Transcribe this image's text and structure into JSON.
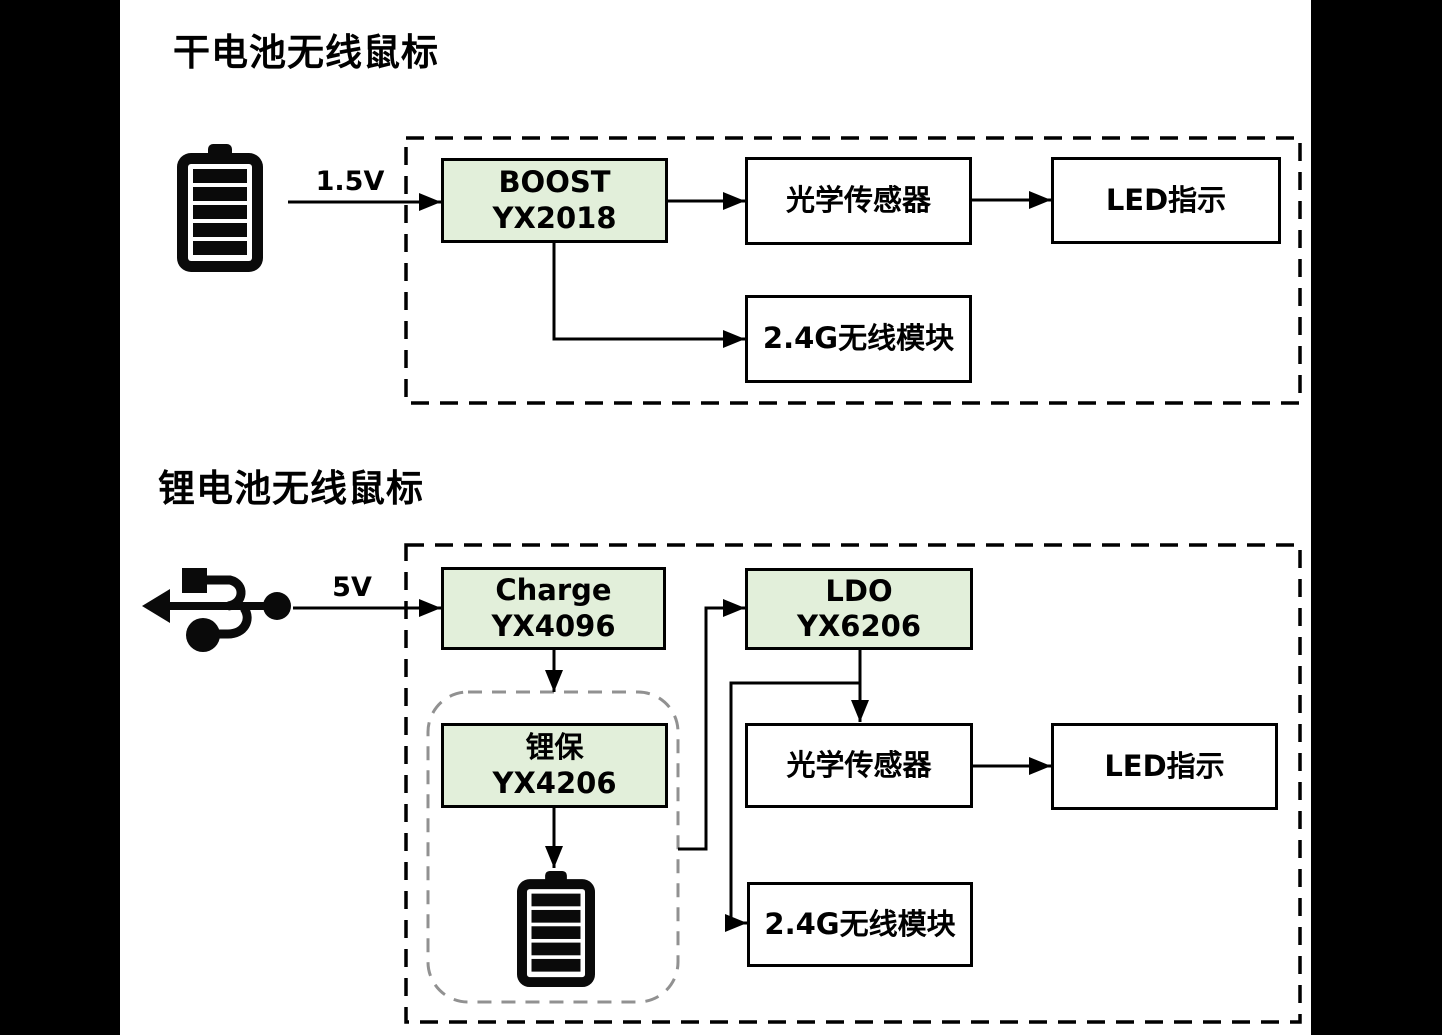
{
  "colors": {
    "background": "#ffffff",
    "side_bars": "#000000",
    "ic_box_fill": "#e2efda",
    "box_border": "#000000",
    "wire": "#000000",
    "inner_dashed_border": "#919191"
  },
  "diagram1": {
    "title": "干电池无线鼠标",
    "source_icon": "battery-icon",
    "input_label": "1.5V",
    "nodes": {
      "boost": {
        "line1": "BOOST",
        "line2": "YX2018"
      },
      "optical": {
        "label": "光学传感器"
      },
      "led": {
        "label": "LED指示"
      },
      "wireless": {
        "label": "2.4G无线模块"
      }
    }
  },
  "diagram2": {
    "title": "锂电池无线鼠标",
    "source_icon": "usb-icon",
    "input_label": "5V",
    "stored_icon": "battery-icon",
    "nodes": {
      "charge": {
        "line1": "Charge",
        "line2": "YX4096"
      },
      "protection": {
        "line1": "锂保",
        "line2": "YX4206"
      },
      "ldo": {
        "line1": "LDO",
        "line2": "YX6206"
      },
      "optical": {
        "label": "光学传感器"
      },
      "led": {
        "label": "LED指示"
      },
      "wireless": {
        "label": "2.4G无线模块"
      }
    }
  }
}
